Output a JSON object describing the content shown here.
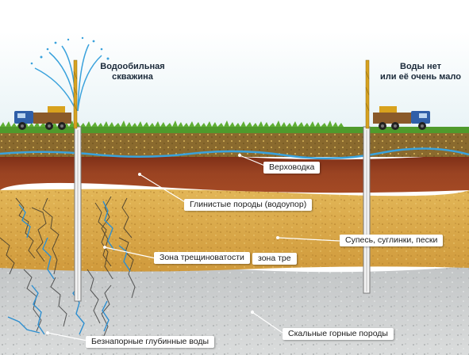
{
  "wells": {
    "left_caption_line1": "Водообильная",
    "left_caption_line2": "скважина",
    "right_caption_line1": "Воды нет",
    "right_caption_line2": "или её очень мало"
  },
  "layers": {
    "perched_water": "Верховодка",
    "clay": "Глинистые породы (водоупор)",
    "sandy_loam": "Супесь, суглинки, пески",
    "fracture_zone": "Зона трещиноватости",
    "fracture_zone_fragment": "зона тре",
    "bedrock": "Скальные горные породы",
    "deep_water": "Безнапорные глубинные воды"
  },
  "colors": {
    "sky": "#eef6f8",
    "grass": "#4f9a2c",
    "topsoil": "#8a6a2e",
    "clay": "#8e3a1e",
    "sand": "#d9a84a",
    "bedrock": "#cfd1d1",
    "water": "#2e8fd0",
    "truck_blue": "#2f5fa8"
  }
}
